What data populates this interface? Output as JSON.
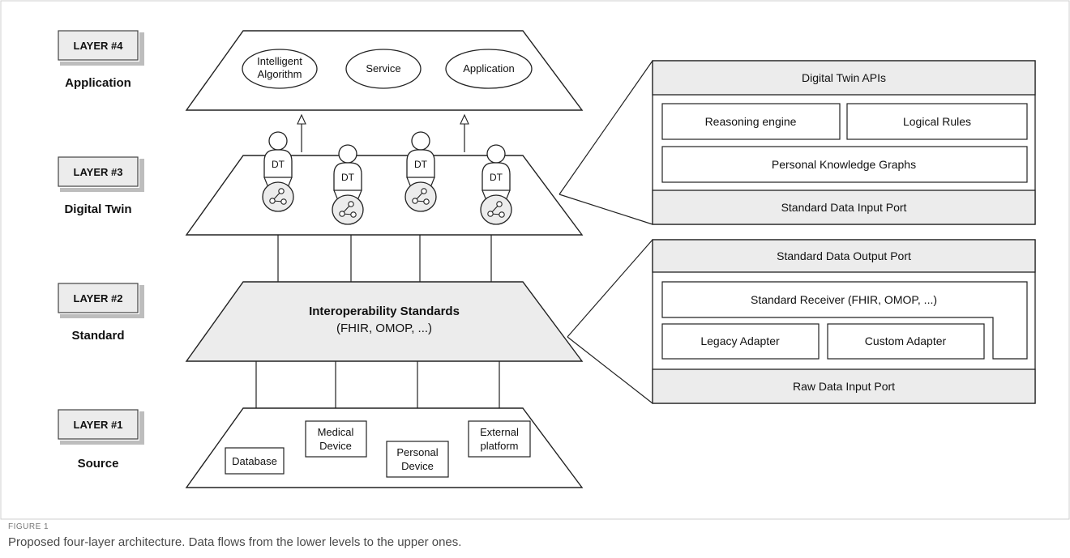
{
  "layers": [
    {
      "badge": "LAYER #4",
      "name": "Application"
    },
    {
      "badge": "LAYER #3",
      "name": "Digital Twin"
    },
    {
      "badge": "LAYER #2",
      "name": "Standard"
    },
    {
      "badge": "LAYER #1",
      "name": "Source"
    }
  ],
  "application": {
    "items": [
      "Intelligent",
      "Algorithm",
      "Service",
      "Application"
    ]
  },
  "digital_twin": {
    "agent_label": "DT"
  },
  "standard": {
    "title": "Interoperability Standards",
    "subtitle": "(FHIR, OMOP, ...)"
  },
  "source": {
    "items": [
      "Database",
      "Medical",
      "Device",
      "Personal",
      "Device",
      "External",
      "platform"
    ]
  },
  "dt_detail": {
    "header": "Digital Twin APIs",
    "reasoning": "Reasoning engine",
    "rules": "Logical Rules",
    "graphs": "Personal Knowledge Graphs",
    "footer": "Standard Data Input Port"
  },
  "std_detail": {
    "header": "Standard Data Output Port",
    "receiver": "Standard Receiver (FHIR, OMOP, ...)",
    "legacy": "Legacy Adapter",
    "custom": "Custom Adapter",
    "footer": "Raw Data Input Port"
  },
  "caption": {
    "label": "FIGURE 1",
    "text": "Proposed four-layer architecture. Data flows from the lower levels to the upper ones."
  }
}
